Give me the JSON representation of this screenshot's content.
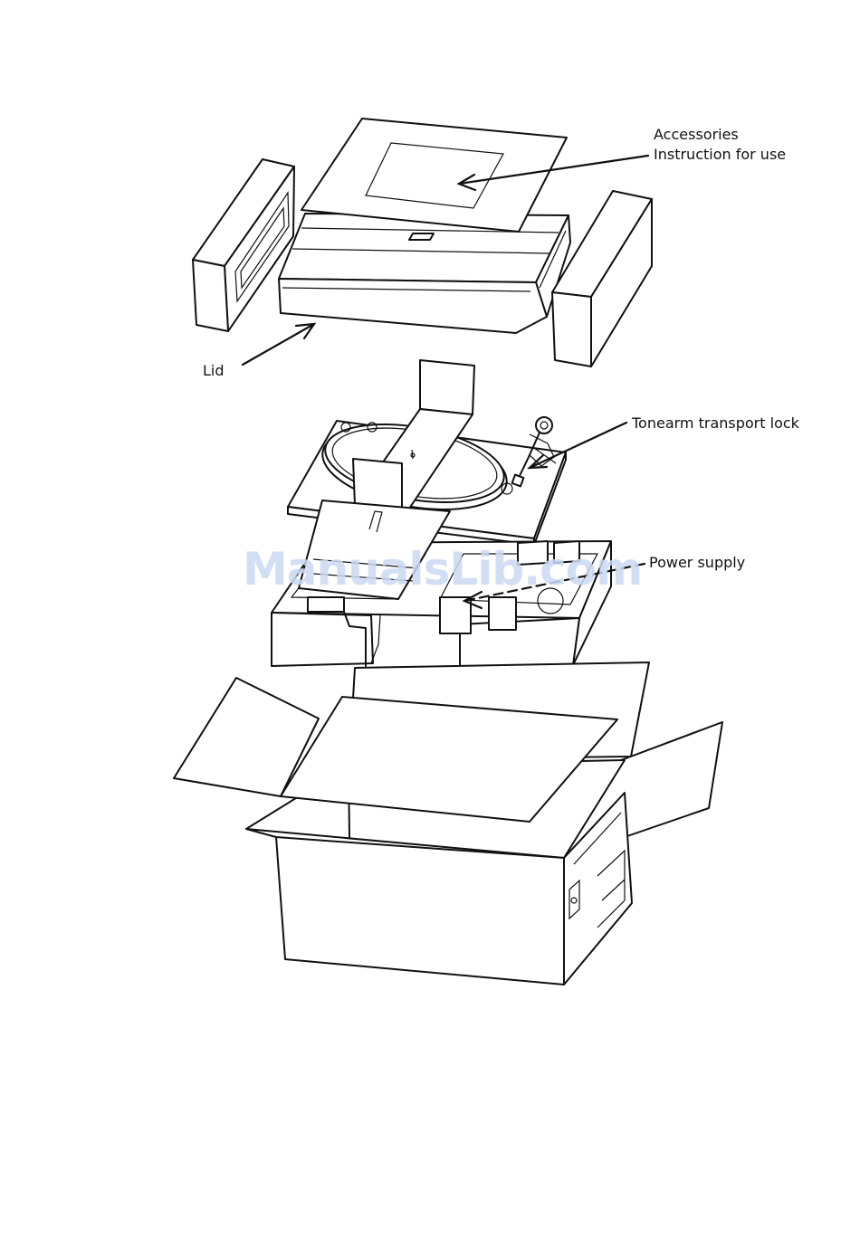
{
  "labels": {
    "accessories": "Accessories",
    "instruction": "Instruction for use",
    "lid": "Lid",
    "tonearm_lock": "Tonearm transport lock",
    "power_supply": "Power supply"
  },
  "watermark": "ManualsLib.com",
  "colors": {
    "line": "#111111",
    "watermark": "#cbd9f3",
    "background": "#ffffff"
  }
}
